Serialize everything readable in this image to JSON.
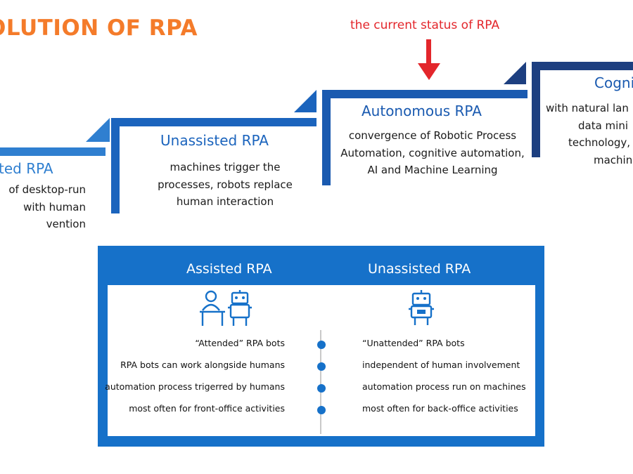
{
  "title": "OLUTION OF RPA",
  "callout": "the current status of RPA",
  "steps": [
    {
      "title": "ted RPA",
      "lines": [
        "of desktop-run",
        "with human",
        "vention"
      ]
    },
    {
      "title": "Unassisted RPA",
      "lines": [
        "machines trigger the",
        "processes, robots replace",
        "human interaction"
      ]
    },
    {
      "title": "Autonomous RPA",
      "lines": [
        "convergence of Robotic Process",
        "Automation, cognitive automation,",
        "AI and Machine Learning"
      ]
    },
    {
      "title": "Cogni",
      "lines": [
        "with natural lan",
        "data mini",
        "technology,",
        "machin"
      ]
    }
  ],
  "comparison": {
    "left_heading": "Assisted RPA",
    "right_heading": "Unassisted RPA",
    "left_icon": "person-at-desk-with-robot-icon",
    "right_icon": "robot-icon",
    "left_rows": [
      "“Attended” RPA bots",
      "RPA bots can work alongside humans",
      "automation process trigerred by humans",
      "most often for front-office activities"
    ],
    "right_rows": [
      "“Unattended” RPA bots",
      "independent of human involvement",
      "automation process run on machines",
      "most often for back-office activities"
    ]
  },
  "colors": {
    "accent_orange": "#f47b2a",
    "callout_red": "#e3262b",
    "step1_blue": "#2f7fd0",
    "step2_blue": "#1b64bd",
    "step3_blue": "#1a5ab0",
    "step4_blue": "#1d3f80",
    "panel_blue": "#1671c9"
  }
}
